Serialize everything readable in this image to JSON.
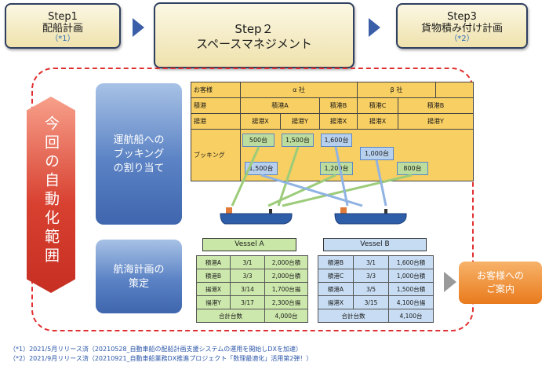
{
  "steps": [
    {
      "title": "Step1",
      "name": "配船計画",
      "note": "（*1）"
    },
    {
      "title": "Step２",
      "name": "スペースマネジメント"
    },
    {
      "title": "Step3",
      "name": "貨物積み付け計画",
      "note": "（*2）"
    }
  ],
  "scope_label": "今回の自動化範囲",
  "booking_label": [
    "運航船への",
    "ブッキング",
    "の割り当て"
  ],
  "voyage_label": [
    "航海計画の",
    "策定"
  ],
  "booking_table": {
    "customer_header": "お客様",
    "load_header": "積港",
    "unload_header": "揚港",
    "booking_header": "ブッキング",
    "alpha": "α 社",
    "beta": "β 社",
    "load_ports": [
      "積港A",
      "積港B",
      "積港C",
      "積港B"
    ],
    "unload_ports": [
      "揚港X",
      "揚港Y",
      "揚港X",
      "揚港X",
      "揚港Y"
    ]
  },
  "bookings": [
    "500台",
    "1,500台",
    "1,600台",
    "1,000台",
    "1,500台",
    "1,200台",
    "800台"
  ],
  "vessel_a": {
    "title": "Vessel A",
    "rows": [
      [
        "積港A",
        "3/1",
        "2,000台積"
      ],
      [
        "積港B",
        "3/3",
        "2,000台積"
      ],
      [
        "揚港X",
        "3/14",
        "1,700台揚"
      ],
      [
        "揚港Y",
        "3/17",
        "2,300台揚"
      ]
    ],
    "total_label": "合計台数",
    "total": "4,000台"
  },
  "vessel_b": {
    "title": "Vessel B",
    "rows": [
      [
        "積港B",
        "3/1",
        "1,600台積"
      ],
      [
        "積港C",
        "3/3",
        "1,000台積"
      ],
      [
        "積港A",
        "3/5",
        "1,500台積"
      ],
      [
        "揚港X",
        "3/15",
        "4,100台揚"
      ]
    ],
    "total_label": "合計台数",
    "total": "4,100台"
  },
  "customer_notice": [
    "お客様への",
    "ご案内"
  ],
  "notes": [
    "（*1）2021/5月リリース済（20210528_自動車船の配船計画支援システムの運用を開始しDXを加速）",
    "（*2）2021/9月リリース済（20210921_自動車船業務DX推進プロジェクト「数理最適化」活用第2弾！）"
  ],
  "colors": {
    "accent_red": "#e03030",
    "step_border": "#2f3f60",
    "green_line": "#9ccc7a",
    "blue_line": "#8fb3e3",
    "orange": "#e97a1c"
  },
  "icons": [
    "vessel-icon",
    "chevron-right-icon"
  ]
}
